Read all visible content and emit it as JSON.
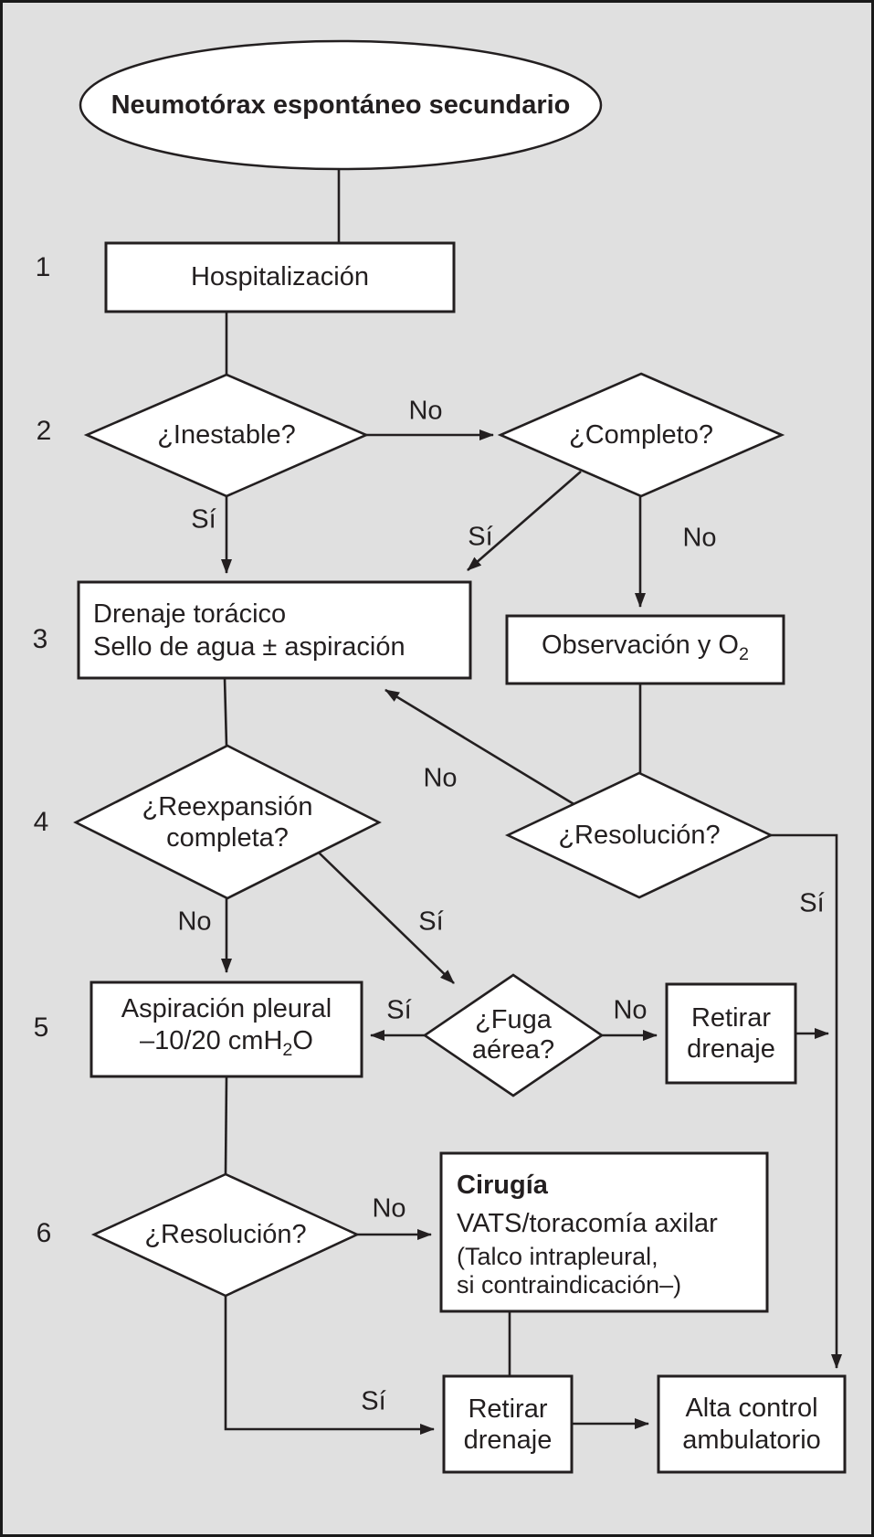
{
  "colors": {
    "background": "#e0e0e0",
    "node_fill": "#ffffff",
    "line": "#231f20"
  },
  "start": {
    "label": "Neumotórax espontáneo secundario"
  },
  "steps": {
    "n1": "1",
    "n2": "2",
    "n3": "3",
    "n4": "4",
    "n5": "5",
    "n6": "6"
  },
  "branch": {
    "yes": "Sí",
    "no": "No"
  },
  "nodes": {
    "hospitalizacion": {
      "label": "Hospitalización"
    },
    "inestable": {
      "label": "¿Inestable?"
    },
    "completo": {
      "label": "¿Completo?"
    },
    "drenaje": {
      "line1": "Drenaje torácico",
      "line2": "Sello de agua ± aspiración"
    },
    "observacion": {
      "pre": "Observación y O",
      "sub": "2"
    },
    "reexpansion": {
      "line1": "¿Reexpansión",
      "line2": "completa?"
    },
    "resolucion_4": {
      "label": "¿Resolución?"
    },
    "aspiracion": {
      "line1": "Aspiración pleural",
      "line2_pre": "–10/20 cmH",
      "line2_sub": "2",
      "line2_post": "O"
    },
    "fuga": {
      "line1": "¿Fuga",
      "line2": "aérea?"
    },
    "retirar_5": {
      "line1": "Retirar",
      "line2": "drenaje"
    },
    "resolucion_6": {
      "label": "¿Resolución?"
    },
    "cirugia": {
      "title": "Cirugía",
      "line2": "VATS/toracomía axilar",
      "line3": "(Talco intrapleural,",
      "line4": "si contraindicación–)"
    },
    "retirar_final": {
      "line1": "Retirar",
      "line2": "drenaje"
    },
    "alta": {
      "line1": "Alta control",
      "line2": "ambulatorio"
    }
  }
}
